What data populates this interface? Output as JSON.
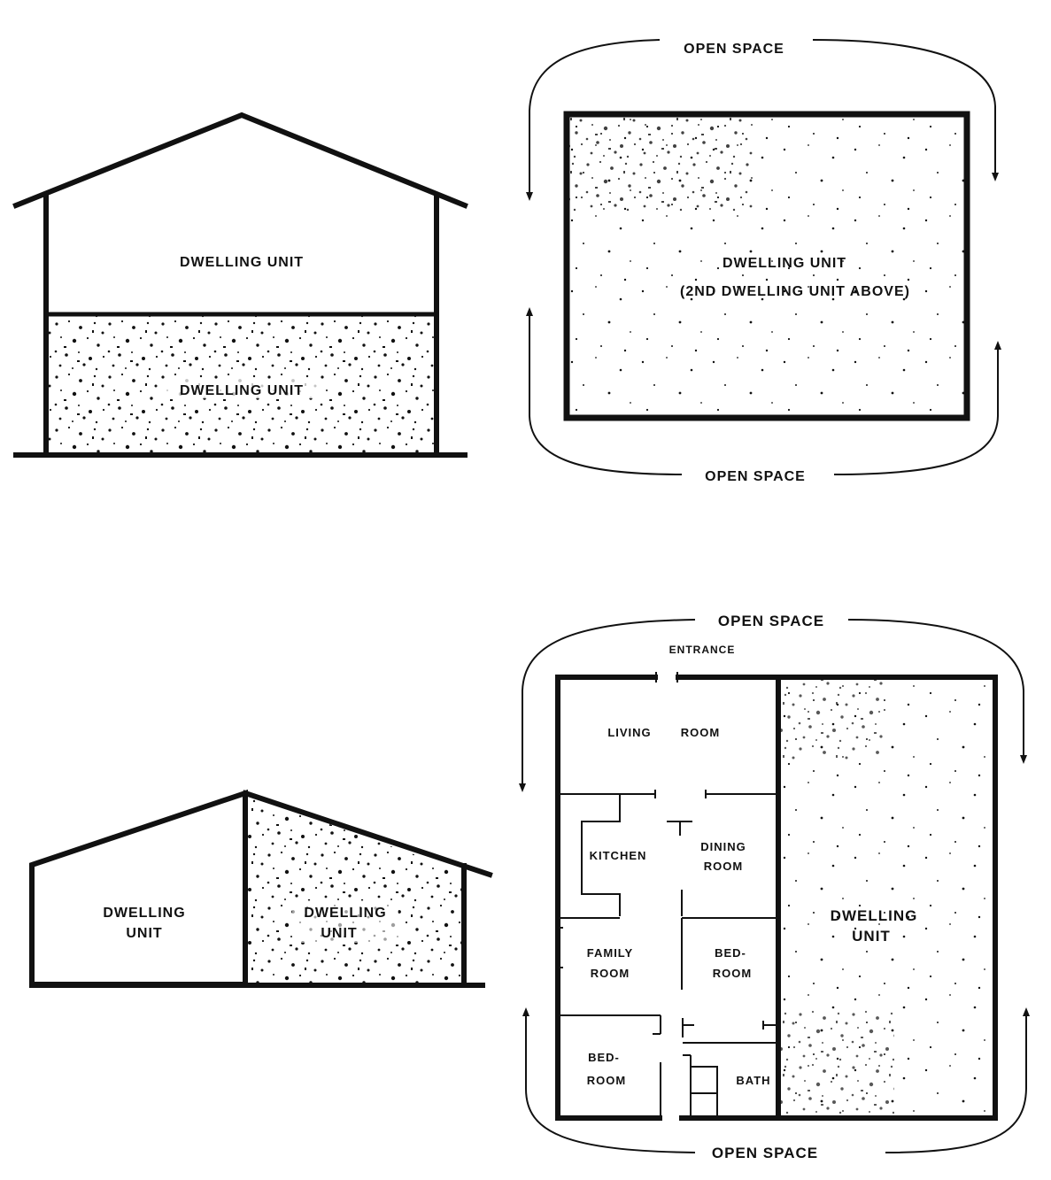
{
  "top_left": {
    "upper_label": "DWELLING UNIT",
    "lower_label": "DWELLING UNIT"
  },
  "top_right": {
    "top_label": "OPEN SPACE",
    "bottom_label": "OPEN SPACE",
    "unit_line1": "DWELLING UNIT",
    "unit_line2": "(2ND DWELLING UNIT ABOVE)"
  },
  "bottom_left": {
    "left_line1": "DWELLING",
    "left_line2": "UNIT",
    "right_line1": "DWELLING",
    "right_line2": "UNIT"
  },
  "bottom_right": {
    "top_label": "OPEN SPACE",
    "bottom_label": "OPEN SPACE",
    "entrance": "ENTRANCE",
    "living_left": "LIVING",
    "living_right": "ROOM",
    "kitchen": "KITCHEN",
    "dining_line1": "DINING",
    "dining_line2": "ROOM",
    "family_line1": "FAMILY",
    "family_line2": "ROOM",
    "bed1_line1": "BED-",
    "bed1_line2": "ROOM",
    "bed2_line1": "BED-",
    "bed2_line2": "ROOM",
    "bath": "BATH",
    "unit_line1": "DWELLING",
    "unit_line2": "UNIT"
  },
  "colors": {
    "ink": "#111111",
    "paper": "#ffffff"
  }
}
